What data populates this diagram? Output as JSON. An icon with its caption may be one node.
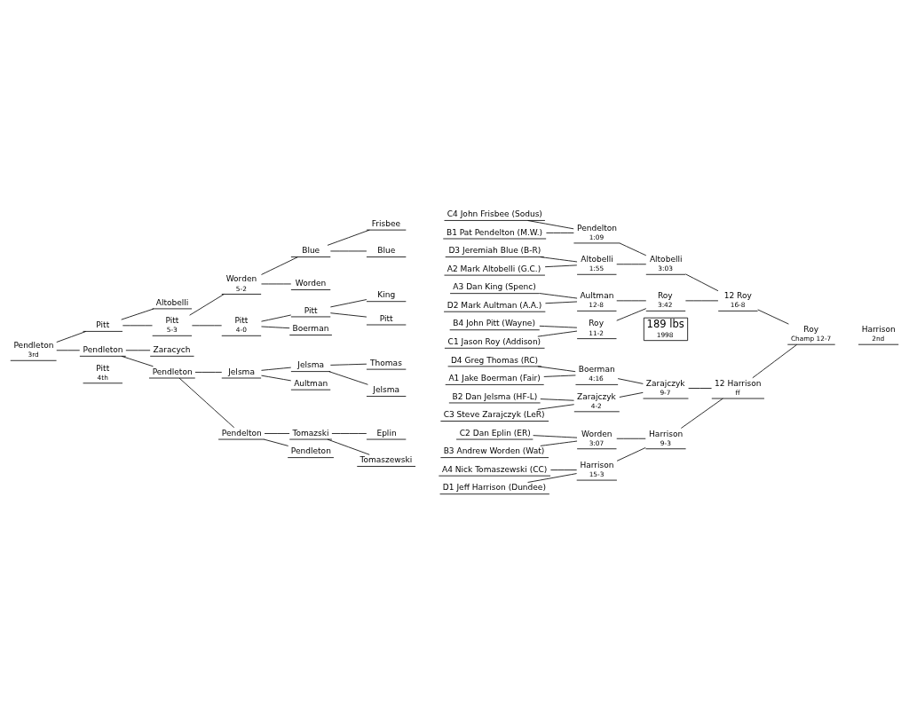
{
  "diagram": {
    "nodes": [
      {
        "text": [
          "Pendleton",
          "3rd"
        ]
      },
      {
        "text": [
          "Pitt"
        ]
      },
      {
        "text": [
          "Pendleton"
        ]
      },
      {
        "text": [
          "Altobelli"
        ]
      },
      {
        "text": [
          "Pitt",
          "5-3"
        ]
      },
      {
        "text": [
          "Zaracych"
        ]
      },
      {
        "text": [
          "Pendleton"
        ]
      },
      {
        "text": [
          "Worden",
          "5-2"
        ]
      },
      {
        "text": [
          "Pitt",
          "4-0"
        ]
      },
      {
        "text": [
          "Jelsma"
        ]
      },
      {
        "text": [
          "Pendelton"
        ]
      },
      {
        "text": [
          "Blue"
        ]
      },
      {
        "text": [
          "Worden"
        ]
      },
      {
        "text": [
          "Pitt"
        ]
      },
      {
        "text": [
          "Boerman"
        ]
      },
      {
        "text": [
          "Jelsma"
        ]
      },
      {
        "text": [
          "Aultman"
        ]
      },
      {
        "text": [
          "Tomazski"
        ]
      },
      {
        "text": [
          "Pendleton"
        ]
      },
      {
        "text": [
          "Frisbee"
        ]
      },
      {
        "text": [
          "Blue"
        ]
      },
      {
        "text": [
          "King"
        ]
      },
      {
        "text": [
          "Pitt"
        ]
      },
      {
        "text": [
          "Thomas"
        ]
      },
      {
        "text": [
          "Jelsma"
        ]
      },
      {
        "text": [
          "Eplin"
        ]
      },
      {
        "text": [
          "Tomaszewski"
        ]
      },
      {
        "text": [
          "B1 Pat Pendelton (M.W.)"
        ]
      },
      {
        "text": [
          "C4 John Frisbee (Sodus)"
        ]
      },
      {
        "text": [
          "A2 Mark Altobelli (G.C.)"
        ]
      },
      {
        "text": [
          "D3 Jeremiah Blue (B-R)"
        ]
      },
      {
        "text": [
          "D2 Mark Aultman (A.A.)"
        ]
      },
      {
        "text": [
          "A3 Dan King (Spenc)"
        ]
      },
      {
        "text": [
          "B4 John Pitt (Wayne)"
        ]
      },
      {
        "text": [
          "C1 Jason Roy (Addison)"
        ]
      },
      {
        "text": [
          "A1 Jake Boerman (Fair)"
        ]
      },
      {
        "text": [
          "D4 Greg Thomas (RC)"
        ]
      },
      {
        "text": [
          "B2 Dan Jelsma (HF-L)"
        ]
      },
      {
        "text": [
          "C3 Steve Zarajczyk (LeR)"
        ]
      },
      {
        "text": [
          "C2 Dan Eplin (ER)"
        ]
      },
      {
        "text": [
          "B3 Andrew Worden (Wat)"
        ]
      },
      {
        "text": [
          "A4 Nick Tomaszewski (CC)"
        ]
      },
      {
        "text": [
          "D1 Jeff Harrison (Dundee)"
        ]
      },
      {
        "text": [
          "Pendelton",
          "1:09"
        ]
      },
      {
        "text": [
          "Altobelli",
          "1:55"
        ]
      },
      {
        "text": [
          "Aultman",
          "12-8"
        ]
      },
      {
        "text": [
          "Roy",
          "11-2"
        ]
      },
      {
        "text": [
          "Boerman",
          "4:16"
        ]
      },
      {
        "text": [
          "Zarajczyk",
          "4-2"
        ]
      },
      {
        "text": [
          "Worden",
          "3:07"
        ]
      },
      {
        "text": [
          "Harrison",
          "15-3"
        ]
      },
      {
        "text": [
          "Altobelli",
          "3:03"
        ]
      },
      {
        "text": [
          "Roy",
          "3:42"
        ]
      },
      {
        "text": [
          "Zarajczyk",
          "9-7"
        ]
      },
      {
        "text": [
          "Harrison",
          "9-3"
        ]
      },
      {
        "text": [
          "12 Roy",
          "16-8"
        ]
      },
      {
        "text": [
          "12 Harrison",
          "ff"
        ]
      },
      {
        "text": [
          "Roy",
          "Champ 12-7"
        ]
      },
      {
        "text": [
          "189 lbs",
          "1998"
        ]
      },
      {
        "text": [
          "Pitt",
          "4th"
        ]
      },
      {
        "text": [
          "Harrison",
          "2nd"
        ]
      }
    ],
    "edges": [
      {
        "from": 19,
        "to": 11,
        "arrow": "none"
      },
      {
        "from": 20,
        "to": 11,
        "arrow": "none"
      },
      {
        "from": 21,
        "to": 13,
        "arrow": "none"
      },
      {
        "from": 22,
        "to": 13,
        "arrow": "none"
      },
      {
        "from": 23,
        "to": 15,
        "arrow": "none"
      },
      {
        "from": 24,
        "to": 15,
        "arrow": "none"
      },
      {
        "from": 25,
        "to": 17,
        "arrow": "none"
      },
      {
        "from": 26,
        "to": 17,
        "arrow": "none"
      },
      {
        "from": 11,
        "to": 7,
        "arrow": "none"
      },
      {
        "from": 12,
        "to": 7,
        "arrow": "none"
      },
      {
        "from": 13,
        "to": 8,
        "arrow": "none"
      },
      {
        "from": 14,
        "to": 8,
        "arrow": "none"
      },
      {
        "from": 15,
        "to": 9,
        "arrow": "none"
      },
      {
        "from": 16,
        "to": 9,
        "arrow": "none"
      },
      {
        "from": 17,
        "to": 10,
        "arrow": "none"
      },
      {
        "from": 18,
        "to": 10,
        "arrow": "none"
      },
      {
        "from": 7,
        "to": 4,
        "arrow": "none"
      },
      {
        "from": 8,
        "to": 4,
        "arrow": "none"
      },
      {
        "from": 9,
        "to": 6,
        "arrow": "none"
      },
      {
        "from": 10,
        "to": 6,
        "arrow": "none"
      },
      {
        "from": 3,
        "to": 1,
        "arrow": "none"
      },
      {
        "from": 4,
        "to": 1,
        "arrow": "none"
      },
      {
        "from": 5,
        "to": 2,
        "arrow": "none"
      },
      {
        "from": 6,
        "to": 2,
        "arrow": "none"
      },
      {
        "from": 1,
        "to": 0,
        "arrow": "none"
      },
      {
        "from": 2,
        "to": 0,
        "arrow": "none"
      },
      {
        "from": 27,
        "to": 43,
        "arrow": "none"
      },
      {
        "from": 28,
        "to": 43,
        "arrow": "none"
      },
      {
        "from": 29,
        "to": 44,
        "arrow": "none"
      },
      {
        "from": 30,
        "to": 44,
        "arrow": "none"
      },
      {
        "from": 31,
        "to": 45,
        "arrow": "none"
      },
      {
        "from": 32,
        "to": 45,
        "arrow": "none"
      },
      {
        "from": 33,
        "to": 46,
        "arrow": "none"
      },
      {
        "from": 34,
        "to": 46,
        "arrow": "none"
      },
      {
        "from": 35,
        "to": 47,
        "arrow": "none"
      },
      {
        "from": 36,
        "to": 47,
        "arrow": "none"
      },
      {
        "from": 37,
        "to": 48,
        "arrow": "none"
      },
      {
        "from": 38,
        "to": 48,
        "arrow": "none"
      },
      {
        "from": 39,
        "to": 49,
        "arrow": "none"
      },
      {
        "from": 40,
        "to": 49,
        "arrow": "none"
      },
      {
        "from": 41,
        "to": 50,
        "arrow": "none"
      },
      {
        "from": 42,
        "to": 50,
        "arrow": "none"
      },
      {
        "from": 43,
        "to": 51,
        "arrow": "none"
      },
      {
        "from": 44,
        "to": 51,
        "arrow": "none"
      },
      {
        "from": 45,
        "to": 52,
        "arrow": "none"
      },
      {
        "from": 46,
        "to": 52,
        "arrow": "none"
      },
      {
        "from": 47,
        "to": 53,
        "arrow": "none"
      },
      {
        "from": 48,
        "to": 53,
        "arrow": "none"
      },
      {
        "from": 49,
        "to": 54,
        "arrow": "none"
      },
      {
        "from": 50,
        "to": 54,
        "arrow": "none"
      },
      {
        "from": 51,
        "to": 55,
        "arrow": "none"
      },
      {
        "from": 52,
        "to": 55,
        "arrow": "none"
      },
      {
        "from": 53,
        "to": 56,
        "arrow": "none"
      },
      {
        "from": 54,
        "to": 56,
        "arrow": "none"
      },
      {
        "from": 55,
        "to": 57,
        "arrow": "none"
      },
      {
        "from": 56,
        "to": 57,
        "arrow": "none"
      }
    ]
  }
}
